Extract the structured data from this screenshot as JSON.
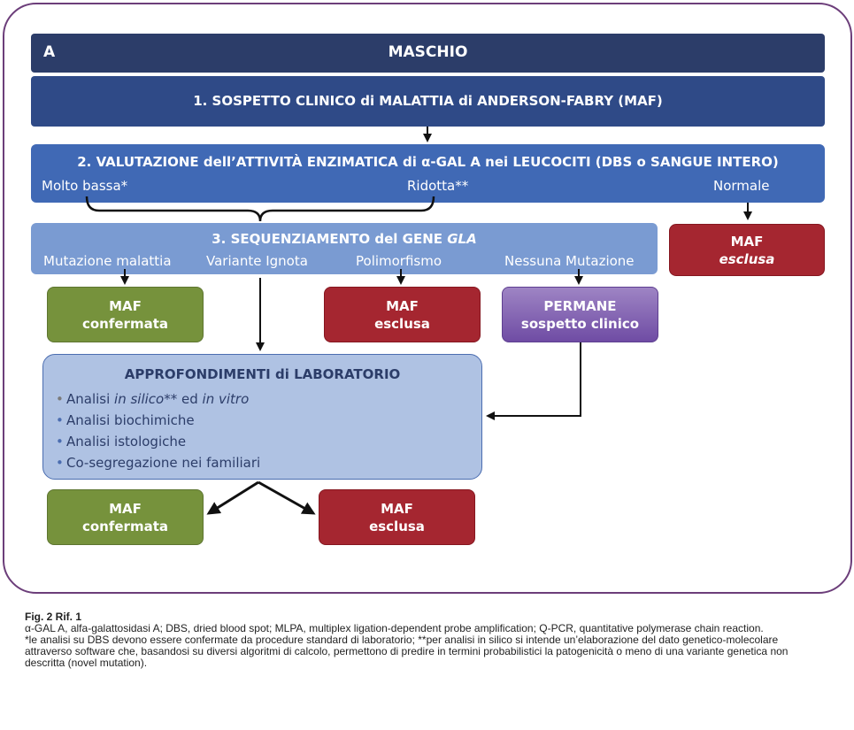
{
  "header": {
    "panel_letter": "A",
    "title": "MASCHIO"
  },
  "step1": {
    "title": "1. SOSPETTO CLINICO di  MALATTIA di ANDERSON-FABRY (MAF)"
  },
  "step2": {
    "title": "2. VALUTAZIONE dell’ATTIVITÀ ENZIMATICA di α-GAL A nei LEUCOCITI (DBS o SANGUE INTERO)",
    "opt_low": "Molto bassa*",
    "opt_reduced": "Ridotta**",
    "opt_normal": "Normale"
  },
  "maf_excluded_top": {
    "line1": "MAF",
    "line2": "esclusa"
  },
  "step3": {
    "title_prefix": "3. SEQUENZIAMENTO del GENE ",
    "gene": "GLA",
    "opt_disease": "Mutazione malattia",
    "opt_unknown": "Variante Ignota",
    "opt_poly": "Polimorfismo",
    "opt_none": "Nessuna Mutazione"
  },
  "maf_confirmed_1": {
    "line1": "MAF",
    "line2": "confermata"
  },
  "maf_excluded_1": {
    "line1": "MAF",
    "line2": "esclusa"
  },
  "suspicion_remains": {
    "line1": "PERMANE",
    "line2": "sospetto clinico"
  },
  "lab": {
    "title": "APPROFONDIMENTI di LABORATORIO",
    "bullet": "•",
    "item1_a": "Analisi ",
    "item1_b": "in silico**",
    "item1_c": " ed ",
    "item1_d": "in vitro",
    "item2": "Analisi biochimiche",
    "item3": "Analisi istologiche",
    "item4": "Co-segregazione nei familiari"
  },
  "maf_confirmed_2": {
    "line1": "MAF",
    "line2": "confermata"
  },
  "maf_excluded_2": {
    "line1": "MAF",
    "line2": "esclusa"
  },
  "caption": {
    "fig": "Fig. 2 Rif. 1",
    "line1": "α-GAL A, alfa-galattosidasi A; DBS, dried blood spot; MLPA, multiplex ligation-dependent probe amplification; Q-PCR, quantitative polymerase chain reaction.",
    "line2": "*le analisi su DBS devono essere confermate da procedure standard di laboratorio; **per analisi in silico si intende un’elaborazione del dato genetico-molecolare attraverso software che, basandosi su diversi algoritmi di calcolo, permettono di predire in termini probabilistici la patogenicità o meno di una variante genetica non descritta (novel mutation)."
  },
  "colors": {
    "header": "#2c3d69",
    "step1": "#2f4a87",
    "step2": "#4069b5",
    "step3": "#7a9bd2",
    "confirmed": "#76923c",
    "excluded": "#a52630",
    "suspicion": "#7e5cb0",
    "lab": "#afc2e3",
    "frame": "#6c3e7a"
  }
}
